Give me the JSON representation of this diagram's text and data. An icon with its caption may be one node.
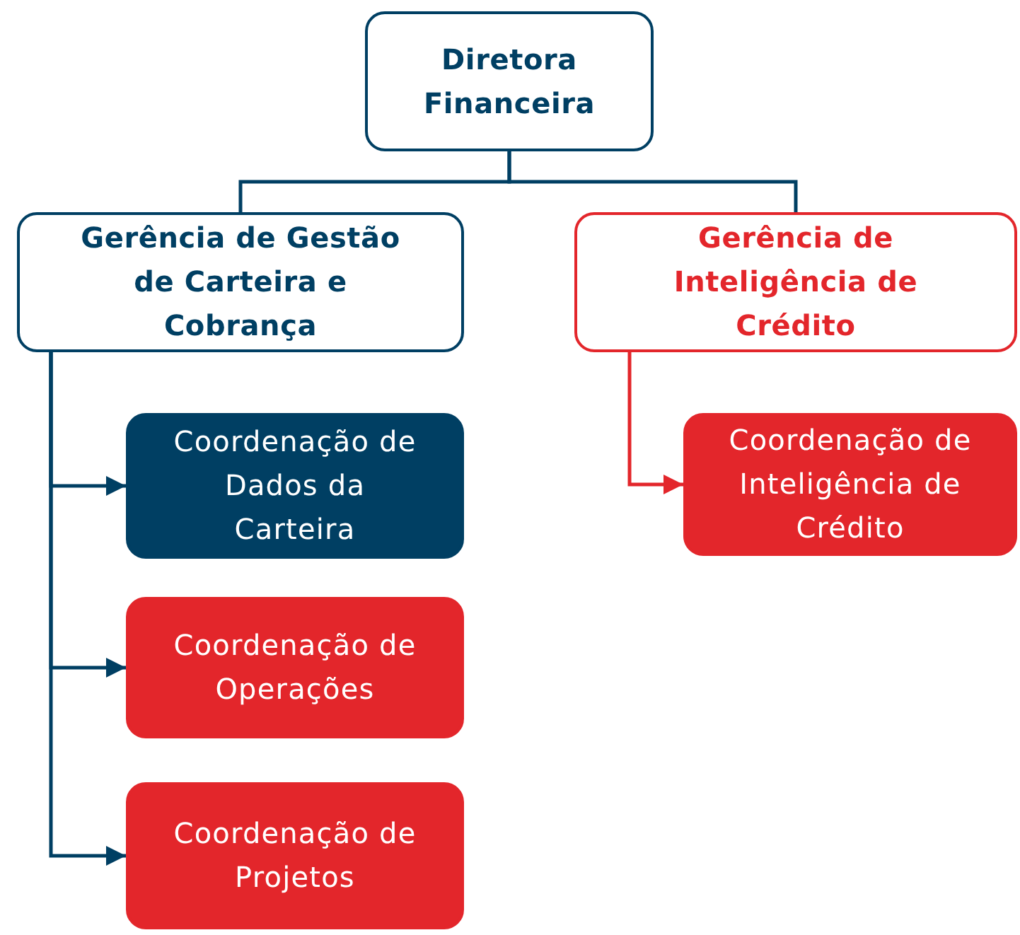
{
  "diagram": {
    "nodes": [
      {
        "text": [
          "Diretora Financeira"
        ]
      },
      {
        "text": [
          "Gerência de Gestão de Carteira e Cobrança"
        ]
      },
      {
        "text": [
          "Gerência de Inteligência de Crédito"
        ]
      },
      {
        "text": [
          "Coordenação de Dados da Carteira"
        ]
      },
      {
        "text": [
          "Coordenação de Inteligência de Crédito"
        ]
      },
      {
        "text": [
          "Coordenação de Operações"
        ]
      },
      {
        "text": [
          "Coordenação de Projetos"
        ]
      }
    ],
    "edges": [
      {
        "from": 0,
        "to": 1,
        "arrow": "none"
      },
      {
        "from": 0,
        "to": 2,
        "arrow": "none"
      },
      {
        "from": 1,
        "to": 3,
        "arrow": "to"
      },
      {
        "from": 1,
        "to": 5,
        "arrow": "to"
      },
      {
        "from": 1,
        "to": 6,
        "arrow": "to"
      },
      {
        "from": 2,
        "to": 4,
        "arrow": "to",
        "color": "#e3262b"
      }
    ]
  }
}
